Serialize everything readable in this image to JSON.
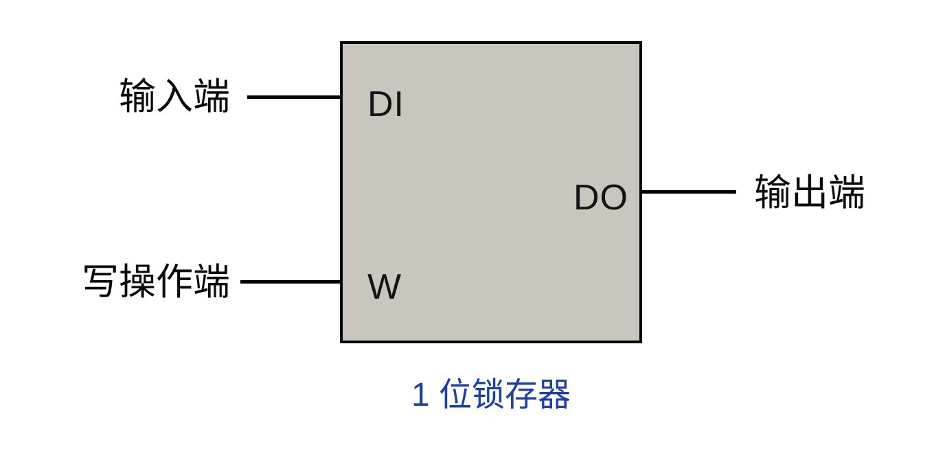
{
  "diagram": {
    "title_caption": "1 位锁存器",
    "box": {
      "pin_di": "DI",
      "pin_do": "DO",
      "pin_w": "W"
    },
    "labels": {
      "input_terminal": "输入端",
      "write_terminal": "写操作端",
      "output_terminal": "输出端"
    },
    "colors": {
      "box_fill": "#c8c6bd",
      "box_border": "#000000",
      "wire": "#000000",
      "pin_text": "#141414",
      "label_text": "#0a0a0a",
      "caption_text": "#1b3fa7",
      "background": "#ffffff"
    }
  }
}
